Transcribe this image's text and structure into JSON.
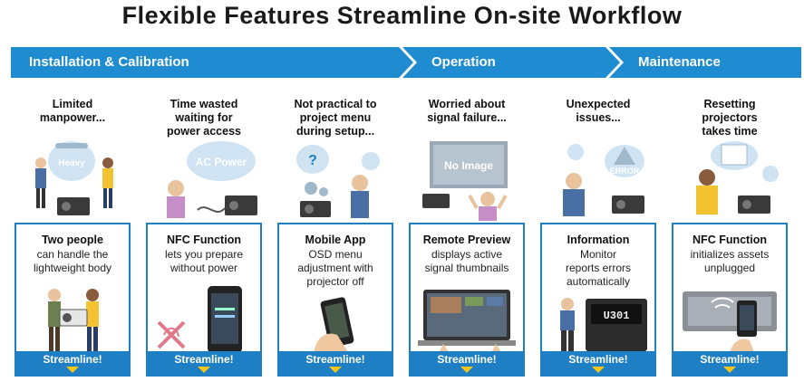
{
  "title": "Flexible Features Streamline On-site Workflow",
  "stages": [
    {
      "label": "Installation & Calibration"
    },
    {
      "label": "Operation"
    },
    {
      "label": "Maintenance"
    }
  ],
  "columns": [
    {
      "problem": [
        "Limited",
        "manpower..."
      ],
      "bubble": "Heavy",
      "card_title": "Two people",
      "card_desc": [
        "can handle the",
        "lightweight body"
      ],
      "footer": "Streamline!"
    },
    {
      "problem": [
        "Time wasted",
        "waiting for",
        "power access"
      ],
      "bubble": "AC Power",
      "card_title": "NFC Function",
      "card_desc": [
        "lets you prepare",
        "without power"
      ],
      "footer": "Streamline!"
    },
    {
      "problem": [
        "Not practical to",
        "project menu",
        "during setup..."
      ],
      "bubble": "?",
      "card_title": "Mobile App",
      "card_desc": [
        "OSD menu",
        "adjustment with",
        "projector off"
      ],
      "footer": "Streamline!"
    },
    {
      "problem": [
        "Worried about",
        "signal failure..."
      ],
      "bubble": "No Image",
      "card_title": "Remote Preview",
      "card_desc": [
        "displays active",
        "signal thumbnails"
      ],
      "footer": "Streamline!"
    },
    {
      "problem": [
        "Unexpected",
        "issues..."
      ],
      "bubble": "ERROR",
      "card_title": "Information",
      "card_desc": [
        "Monitor",
        "reports errors",
        "automatically"
      ],
      "monitor_code": "U301",
      "footer": "Streamline!"
    },
    {
      "problem": [
        "Resetting",
        "projectors",
        "takes time"
      ],
      "bubble": "",
      "card_title": "NFC Function",
      "card_desc": [
        "initializes assets",
        "unplugged"
      ],
      "footer": "Streamline!"
    }
  ],
  "colors": {
    "banner": "#1f8bd0",
    "card_border": "#1f7fc4",
    "accent_yellow": "#f5c518"
  }
}
